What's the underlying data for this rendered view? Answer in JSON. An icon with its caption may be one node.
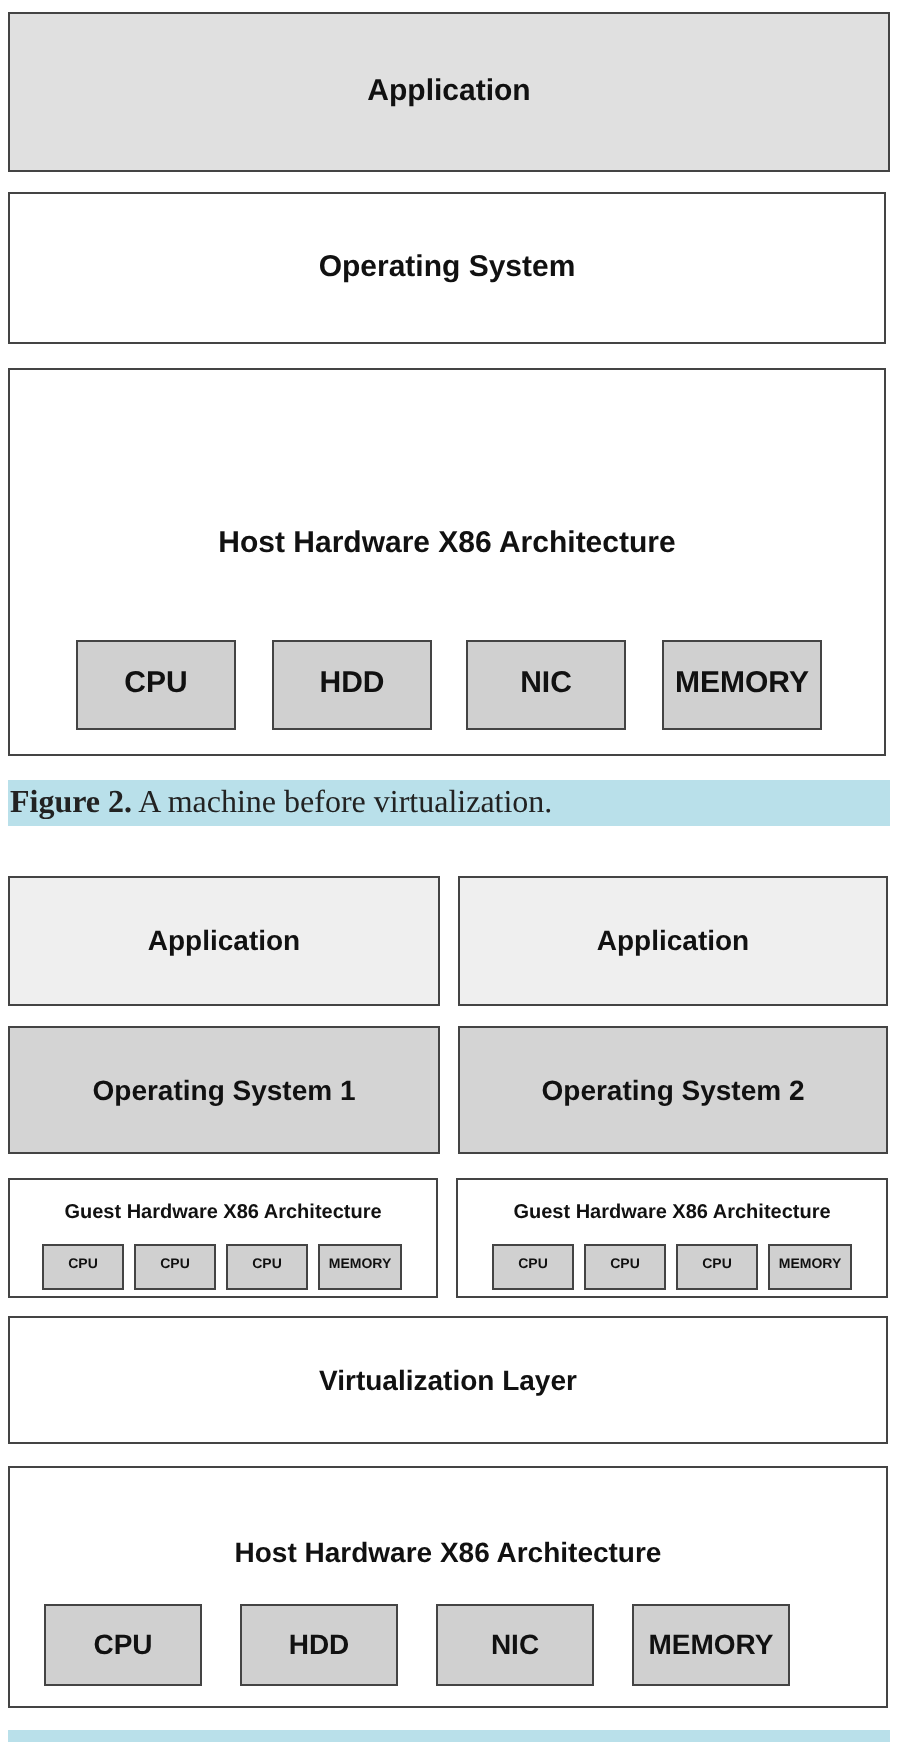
{
  "diagram": {
    "caption": "**Figure 2.** A machine before virtualization.",
    "nodes": [
      {
        "text": [
          "Application"
        ]
      },
      {
        "text": [
          "Operating System"
        ]
      },
      {
        "text": [
          "Host Hardware X86 Architecture"
        ]
      },
      {
        "text": [
          "CPU"
        ],
        "in": 2
      },
      {
        "text": [
          "HDD"
        ],
        "in": 2
      },
      {
        "text": [
          "NIC"
        ],
        "in": 2
      },
      {
        "text": [
          "MEMORY"
        ],
        "in": 2
      },
      {
        "text": [
          "Application"
        ]
      },
      {
        "text": [
          "Application"
        ]
      },
      {
        "text": [
          "Operating System 1"
        ]
      },
      {
        "text": [
          "Operating System 2"
        ]
      },
      {
        "text": [
          "Guest Hardware X86 Architecture"
        ]
      },
      {
        "text": [
          "CPU"
        ],
        "in": 11
      },
      {
        "text": [
          "CPU"
        ],
        "in": 11
      },
      {
        "text": [
          "CPU"
        ],
        "in": 11
      },
      {
        "text": [
          "MEMORY"
        ],
        "in": 11
      },
      {
        "text": [
          "Guest Hardware X86 Architecture"
        ]
      },
      {
        "text": [
          "CPU"
        ],
        "in": 16
      },
      {
        "text": [
          "CPU"
        ],
        "in": 16
      },
      {
        "text": [
          "CPU"
        ],
        "in": 16
      },
      {
        "text": [
          "MEMORY"
        ],
        "in": 16
      },
      {
        "text": [
          "Virtualization Layer"
        ]
      },
      {
        "text": [
          "Host Hardware X86 Architecture"
        ]
      },
      {
        "text": [
          "CPU"
        ],
        "in": 22
      },
      {
        "text": [
          "HDD"
        ],
        "in": 22
      },
      {
        "text": [
          "NIC"
        ],
        "in": 22
      },
      {
        "text": [
          "MEMORY"
        ],
        "in": 22
      }
    ]
  }
}
